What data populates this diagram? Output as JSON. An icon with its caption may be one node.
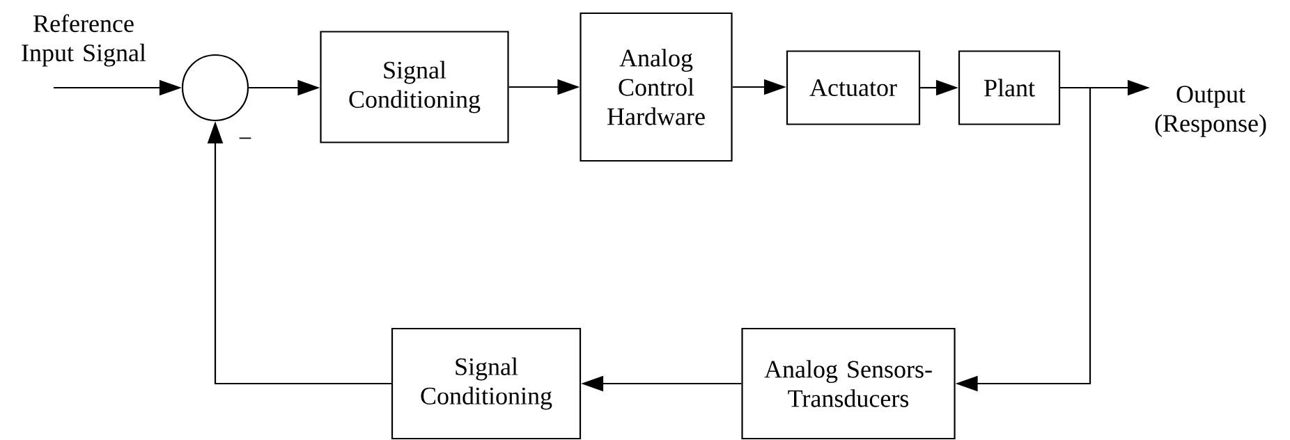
{
  "diagram": {
    "nodes": [
      {
        "text": [],
        "shape": "circle"
      },
      {
        "text": [
          "Signal Conditioning"
        ]
      },
      {
        "text": [
          "Analog Control Hardware"
        ]
      },
      {
        "text": [
          "Actuator"
        ]
      },
      {
        "text": [
          "Plant"
        ]
      },
      {
        "text": [
          "Output (Response)"
        ]
      },
      {
        "text": [
          "Analog Sensors- Transducers"
        ]
      },
      {
        "text": [
          "Signal Conditioning"
        ]
      }
    ],
    "edges": [
      {
        "from": null,
        "to": 0,
        "arrow": "to",
        "label": "Reference Input Signal"
      },
      {
        "from": 0,
        "to": 1,
        "arrow": "to"
      },
      {
        "from": 1,
        "to": 2,
        "arrow": "to"
      },
      {
        "from": 2,
        "to": 3,
        "arrow": "to"
      },
      {
        "from": 3,
        "to": 4,
        "arrow": "to"
      },
      {
        "from": 4,
        "to": 5,
        "arrow": "to"
      },
      {
        "from": 4,
        "to": 6,
        "arrow": "to"
      },
      {
        "from": 6,
        "to": 7,
        "arrow": "to"
      },
      {
        "from": 7,
        "to": 0,
        "arrow": "to"
      }
    ],
    "labels": [
      "−"
    ]
  }
}
